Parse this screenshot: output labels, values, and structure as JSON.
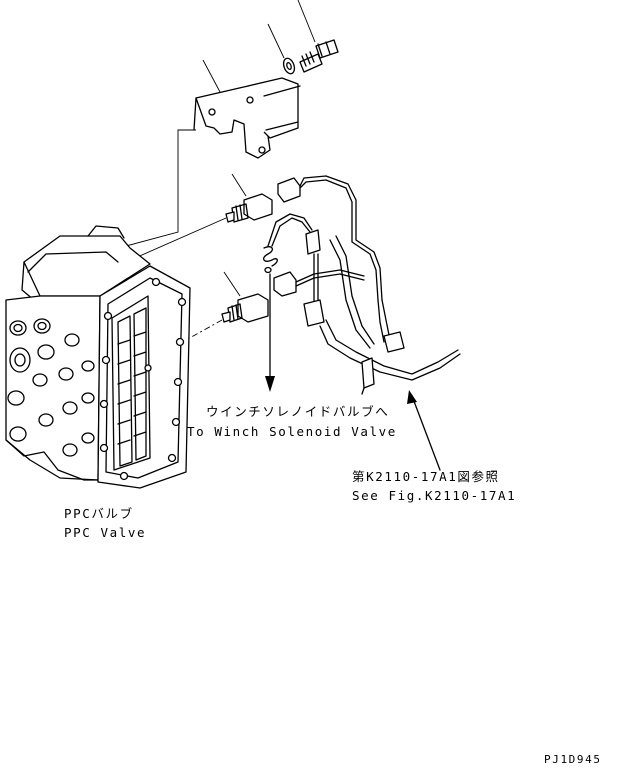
{
  "labels": {
    "winch_jp": "ウインチソレノイドバルブへ",
    "winch_en": "To Winch Solenoid Valve",
    "ref_jp": "第K2110-17A1図参照",
    "ref_en": "See Fig.K2110-17A1",
    "ppc_jp": "PPCバルブ",
    "ppc_en": "PPC Valve",
    "drawing_code": "PJ1D945"
  }
}
